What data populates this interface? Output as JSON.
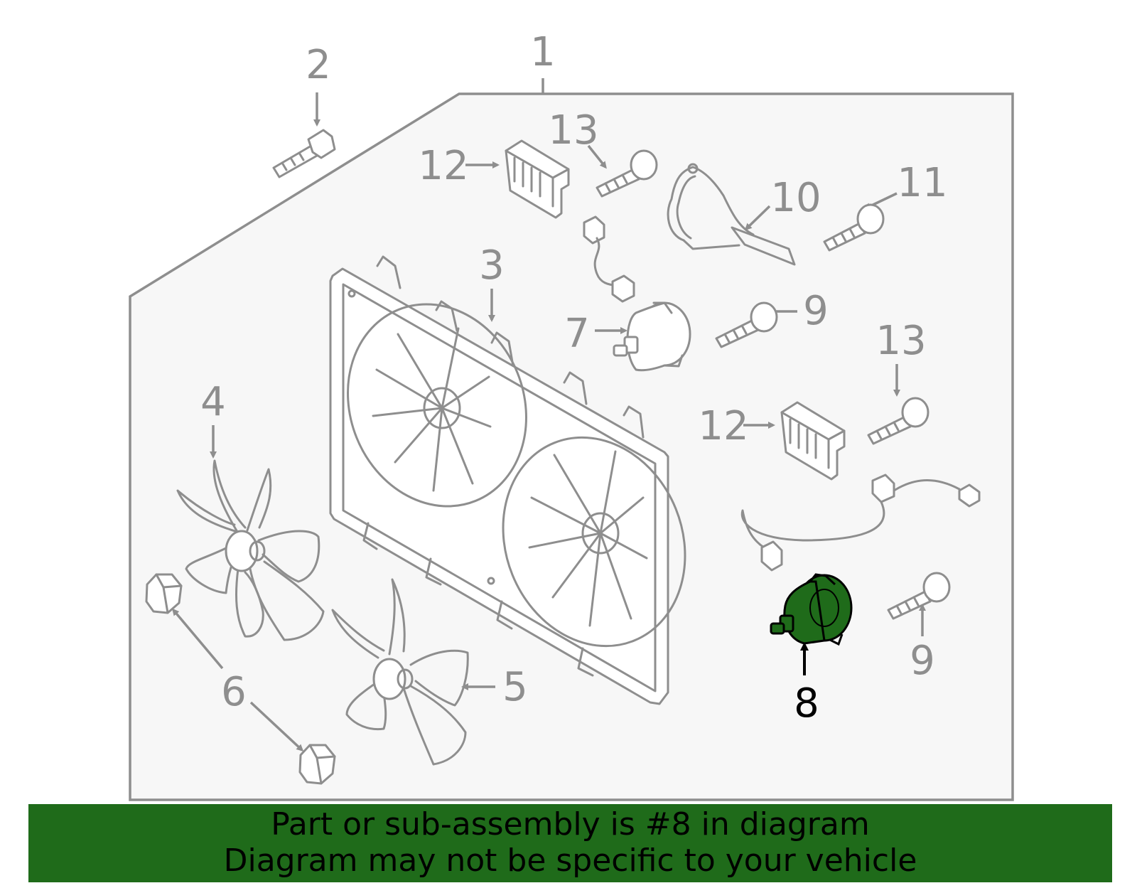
{
  "diagram": {
    "callouts": [
      "1",
      "2",
      "3",
      "4",
      "5",
      "6",
      "7",
      "8",
      "9",
      "9",
      "10",
      "11",
      "12",
      "12",
      "13",
      "13"
    ],
    "highlighted_callout": "8",
    "colors": {
      "line": "#8e8e8e",
      "panel": "#f7f7f7",
      "highlight_part": "#1f6b1a",
      "banner": "#1f6b1a"
    }
  },
  "banner": {
    "line1": "Part or sub-assembly is #8 in diagram",
    "line2": "Diagram may not be specific to your vehicle"
  }
}
